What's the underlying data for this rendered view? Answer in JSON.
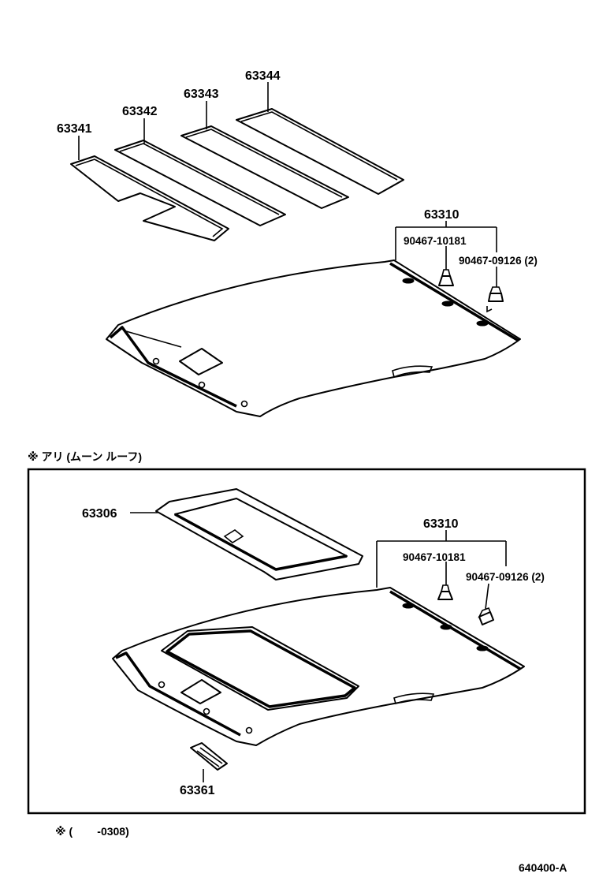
{
  "diagram": {
    "labels": {
      "pad1": "63341",
      "pad2": "63342",
      "pad3": "63343",
      "pad4": "63344",
      "headlining_top": "63310",
      "clip_a_top": "90467-10181",
      "clip_b_top": "90467-09126 (2)",
      "sunroof_note": "※ アリ (ムーン ルーフ)",
      "sunroof_trim": "63306",
      "headlining_box": "63310",
      "clip_a_box": "90467-10181",
      "clip_b_box": "90467-09126 (2)",
      "handle": "63361",
      "date_note": "※ (        -0308)",
      "ref_code": "640400-A"
    }
  }
}
